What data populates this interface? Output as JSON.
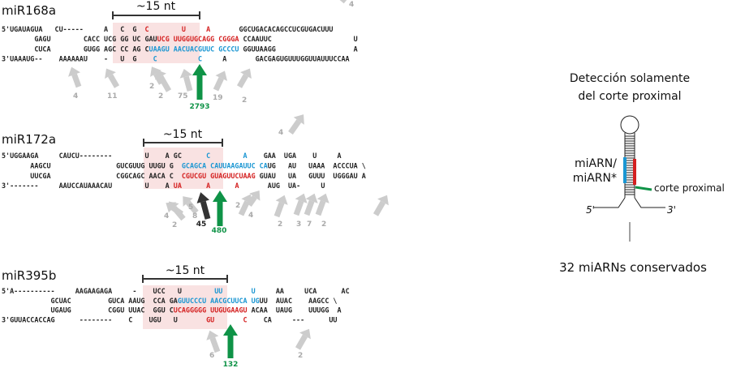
{
  "panels": [
    {
      "title": "miR168a",
      "window_label": "~15 nt",
      "rows": [
        [
          {
            "t": "5'UGAUAGUA   CU-----     A   C  G  ",
            "c": ""
          },
          {
            "t": "C",
            "c": "red"
          },
          {
            "t": "        ",
            "c": ""
          },
          {
            "t": "U",
            "c": "red"
          },
          {
            "t": "     ",
            "c": ""
          },
          {
            "t": "A",
            "c": "red"
          },
          {
            "t": "       GGCUGACACAGCCUCGUGACUUU",
            "c": ""
          }
        ],
        [
          {
            "t": "        GAGU        CACC UCG GG UC GAU",
            "c": ""
          },
          {
            "t": "UCG UUGGUGCAGG CGGGA",
            "c": "red"
          },
          {
            "t": " CCAAUUC                    U",
            "c": ""
          }
        ],
        [
          {
            "t": "        CUCA        GUGG AGC CC AG C",
            "c": ""
          },
          {
            "t": "UAAGU AACUACGUUC GCCCU",
            "c": "blue"
          },
          {
            "t": " GGUUAAGG                   A",
            "c": ""
          }
        ],
        [
          {
            "t": "3'UAAAUG--    AAAAAAU    -   U  G    ",
            "c": ""
          },
          {
            "t": "C",
            "c": "blue"
          },
          {
            "t": "          ",
            "c": ""
          },
          {
            "t": "C",
            "c": "blue"
          },
          {
            "t": "     A       GACGAGUGUUUGGUUAUUUCCAA",
            "c": ""
          }
        ]
      ],
      "counts": {
        "grey": [
          "4",
          "11",
          "2",
          "2",
          "75",
          "19",
          "2",
          "4"
        ],
        "green": [
          "2793"
        ]
      }
    },
    {
      "title": "miR172a",
      "window_label": "~15 nt",
      "rows": [
        [
          {
            "t": "5'UGGAAGA     CAUCU--------        U    A GC      ",
            "c": ""
          },
          {
            "t": "C",
            "c": "blue"
          },
          {
            "t": "        ",
            "c": ""
          },
          {
            "t": "A",
            "c": "blue"
          },
          {
            "t": "    GAA  UGA    U     A",
            "c": ""
          }
        ],
        [
          {
            "t": "       AAGCU                GUCGUUG UUGU G  ",
            "c": ""
          },
          {
            "t": "GCAGCA CAUUAAGAUUC CA",
            "c": "blue"
          },
          {
            "t": "UG   AU   UAAA  ACCCUA \\",
            "c": ""
          }
        ],
        [
          {
            "t": "       UUCGA                CGGCAGC AACA C  ",
            "c": ""
          },
          {
            "t": "CGUCGU GUAGUUCUAAG",
            "c": "red"
          },
          {
            "t": " GUAU   UA   GUUU  UGGGAU A",
            "c": ""
          }
        ],
        [
          {
            "t": "3'-------     AAUCCAUAAACAU        U    A ",
            "c": ""
          },
          {
            "t": "UA",
            "c": "red"
          },
          {
            "t": "      ",
            "c": ""
          },
          {
            "t": "A",
            "c": "red"
          },
          {
            "t": "      ",
            "c": ""
          },
          {
            "t": "A",
            "c": "red"
          },
          {
            "t": "       AUG  UA-     U",
            "c": ""
          }
        ]
      ],
      "counts": {
        "grey": [
          "4",
          "4",
          "2",
          "5",
          "8",
          "2",
          "4",
          "2",
          "3",
          "7",
          "2"
        ],
        "dark": [
          "45"
        ],
        "green": [
          "480"
        ]
      }
    },
    {
      "title": "miR395b",
      "window_label": "~15 nt",
      "rows": [
        [
          {
            "t": "5'A----------     AAGAAGAGA     -    UCC   U        ",
            "c": ""
          },
          {
            "t": "UU",
            "c": "blue"
          },
          {
            "t": "       ",
            "c": ""
          },
          {
            "t": "U",
            "c": "blue"
          },
          {
            "t": "     AA     UCA      AC",
            "c": ""
          }
        ],
        [
          {
            "t": "            GCUAC         GUCA AAUG  CCA GA",
            "c": ""
          },
          {
            "t": "GUUCCCU AACGCUUCA UG",
            "c": "blue"
          },
          {
            "t": "UU  AUAC    AAGCC \\",
            "c": ""
          }
        ],
        [
          {
            "t": "            UGAUG         CGGU UUAC  GGU C",
            "c": ""
          },
          {
            "t": "UCAGGGGG UUGUGAAGU",
            "c": "red"
          },
          {
            "t": " ACAA  UAUG    UUUGG  A",
            "c": ""
          }
        ],
        [
          {
            "t": "3'GUUACCACCAG      --------    C    UGU   U       ",
            "c": ""
          },
          {
            "t": "GU",
            "c": "red"
          },
          {
            "t": "       ",
            "c": ""
          },
          {
            "t": "C",
            "c": "red"
          },
          {
            "t": "    CA     ---      UU",
            "c": ""
          }
        ]
      ],
      "counts": {
        "grey": [
          "6",
          "2"
        ],
        "green": [
          "132"
        ]
      }
    }
  ],
  "side": {
    "heading_line1": "Detección solamente",
    "heading_line2": "del corte proximal",
    "strand_label_line1": "miARN/",
    "strand_label_line2": "miARN*",
    "cut_label": "corte proximal",
    "end5": "5'",
    "end3": "3'",
    "footer": "32 miARNs conservados"
  },
  "colors": {
    "red": "#d42020",
    "blue": "#1a96d2",
    "green": "#0f9347",
    "grey_arrow": "#cccccc",
    "highlight": "#f9e2e2"
  }
}
